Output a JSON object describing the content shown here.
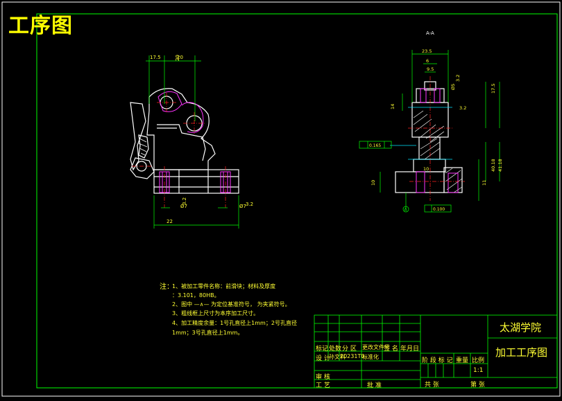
{
  "sheet": {
    "title": "工序图",
    "section_label": "A-A",
    "datum_label": "A"
  },
  "dimensions": {
    "front": [
      "17.5",
      "20",
      "20",
      "Ø7",
      "Ø7",
      "22",
      "3.2",
      "3.2"
    ],
    "side": [
      "23.5",
      "6",
      "9.5",
      "Ø5",
      "3.2",
      "3.2",
      "17.5",
      "14",
      "10",
      "11",
      "40.18",
      "41.18",
      "10"
    ],
    "tolerances": [
      "0.165",
      "0.100"
    ]
  },
  "notes": {
    "heading": "注：",
    "lines": [
      "1、被加工零件名称：前滑块；材料及厚度",
      "：3.101，80HB。",
      "2、图中 —∧— 为定位基准符号，  为夹紧符号。",
      "3、粗线框上尺寸为本序加工尺寸。",
      "4、加工精度余量：1号孔直径上1mm；2号孔直径",
      "1mm；3号孔直径上1mm。"
    ]
  },
  "title_block": {
    "school": "太湖学院",
    "drawing_name": "加工工序图",
    "header_row": [
      "标记",
      "处数",
      "分 区",
      "更改文件号",
      "签 名",
      "年月日"
    ],
    "design_row": [
      "设 计",
      "孙文科",
      "20231T0",
      "标准化"
    ],
    "review_label": "审 核",
    "process_label": "工 艺",
    "approve_label": "批 准",
    "stage_labels": [
      "阶 段 标 记",
      "重量",
      "比例"
    ],
    "scale_value": "1:1",
    "sheets_total": "共 张",
    "sheet_no": "第 张"
  }
}
